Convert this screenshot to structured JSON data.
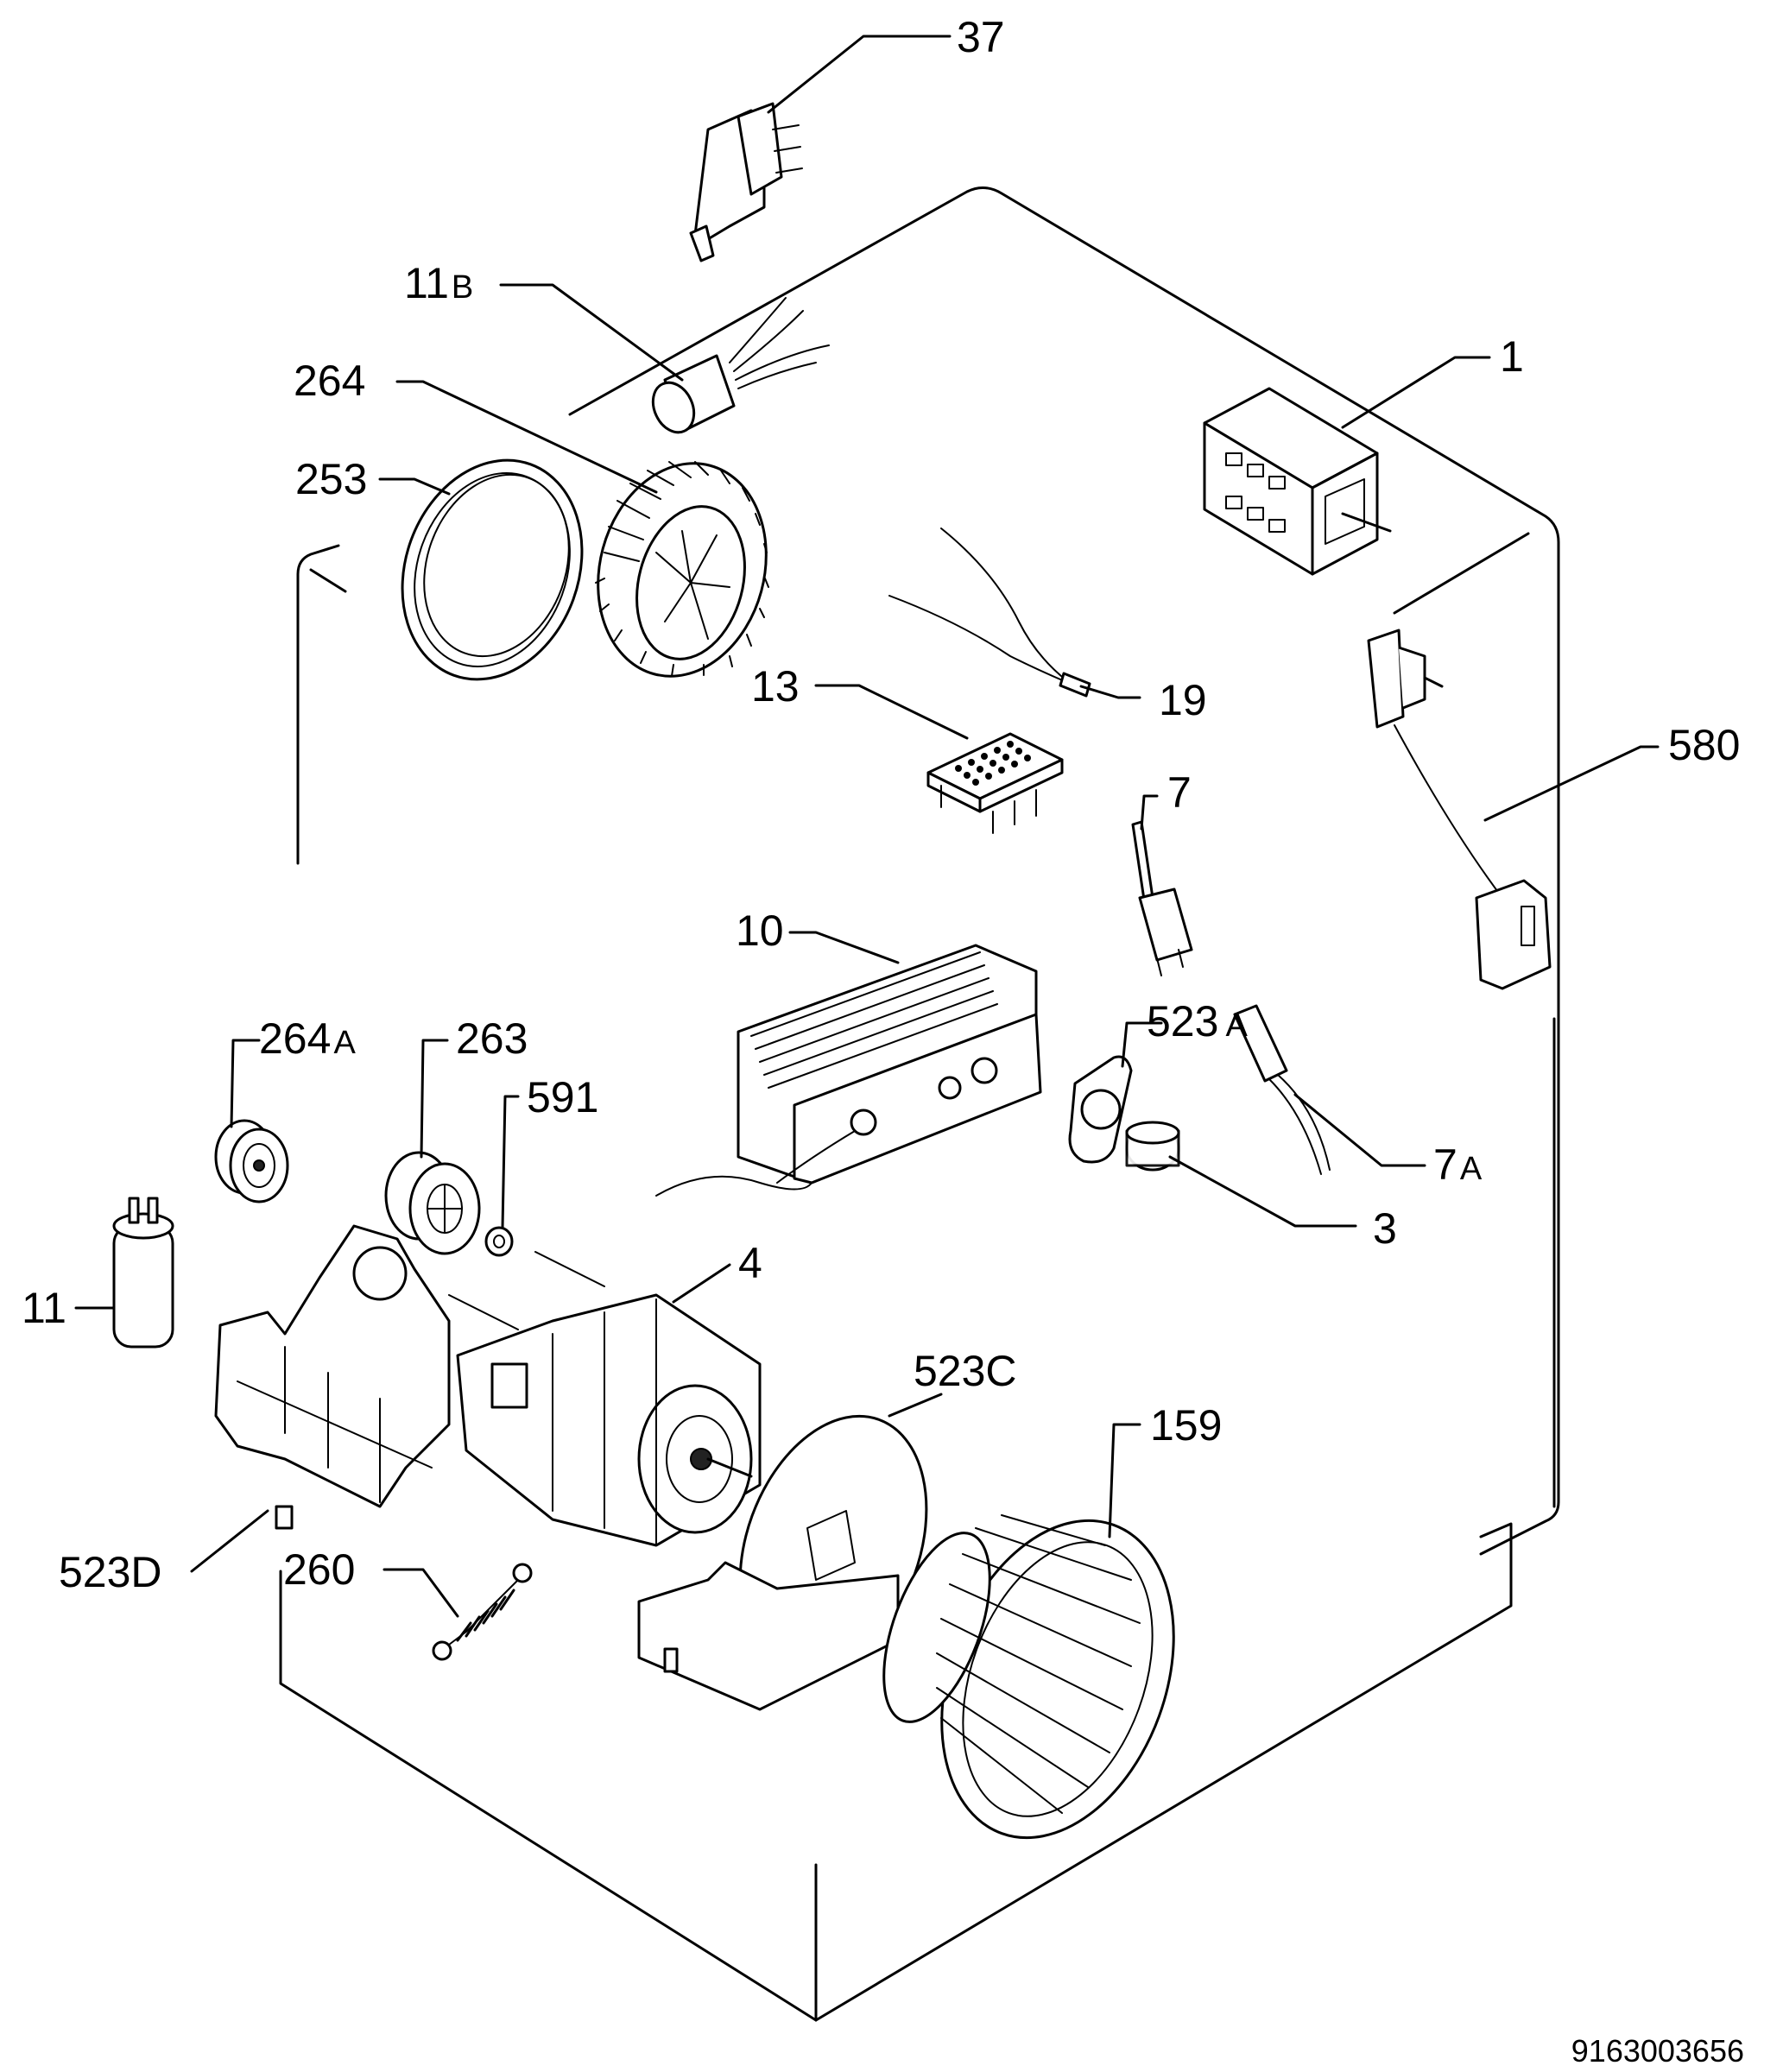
{
  "parts": [
    {
      "id": "p37",
      "number": "37",
      "suffix": ""
    },
    {
      "id": "p11b",
      "number": "11",
      "suffix": "B"
    },
    {
      "id": "p264",
      "number": "264",
      "suffix": ""
    },
    {
      "id": "p253",
      "number": "253",
      "suffix": ""
    },
    {
      "id": "p1",
      "number": "1",
      "suffix": ""
    },
    {
      "id": "p19",
      "number": "19",
      "suffix": ""
    },
    {
      "id": "p13",
      "number": "13",
      "suffix": ""
    },
    {
      "id": "p580",
      "number": "580",
      "suffix": ""
    },
    {
      "id": "p7",
      "number": "7",
      "suffix": ""
    },
    {
      "id": "p10",
      "number": "10",
      "suffix": ""
    },
    {
      "id": "p523a",
      "number": "523",
      "suffix": "A"
    },
    {
      "id": "p264a",
      "number": "264",
      "suffix": "A"
    },
    {
      "id": "p263",
      "number": "263",
      "suffix": ""
    },
    {
      "id": "p591",
      "number": "591",
      "suffix": ""
    },
    {
      "id": "p7a",
      "number": "7",
      "suffix": "A"
    },
    {
      "id": "p3",
      "number": "3",
      "suffix": ""
    },
    {
      "id": "p4",
      "number": "4",
      "suffix": ""
    },
    {
      "id": "p11",
      "number": "11",
      "suffix": ""
    },
    {
      "id": "p523c",
      "number": "523C",
      "suffix": ""
    },
    {
      "id": "p159",
      "number": "159",
      "suffix": ""
    },
    {
      "id": "p523d",
      "number": "523D",
      "suffix": ""
    },
    {
      "id": "p260",
      "number": "260",
      "suffix": ""
    }
  ],
  "document_number": "9163003656"
}
